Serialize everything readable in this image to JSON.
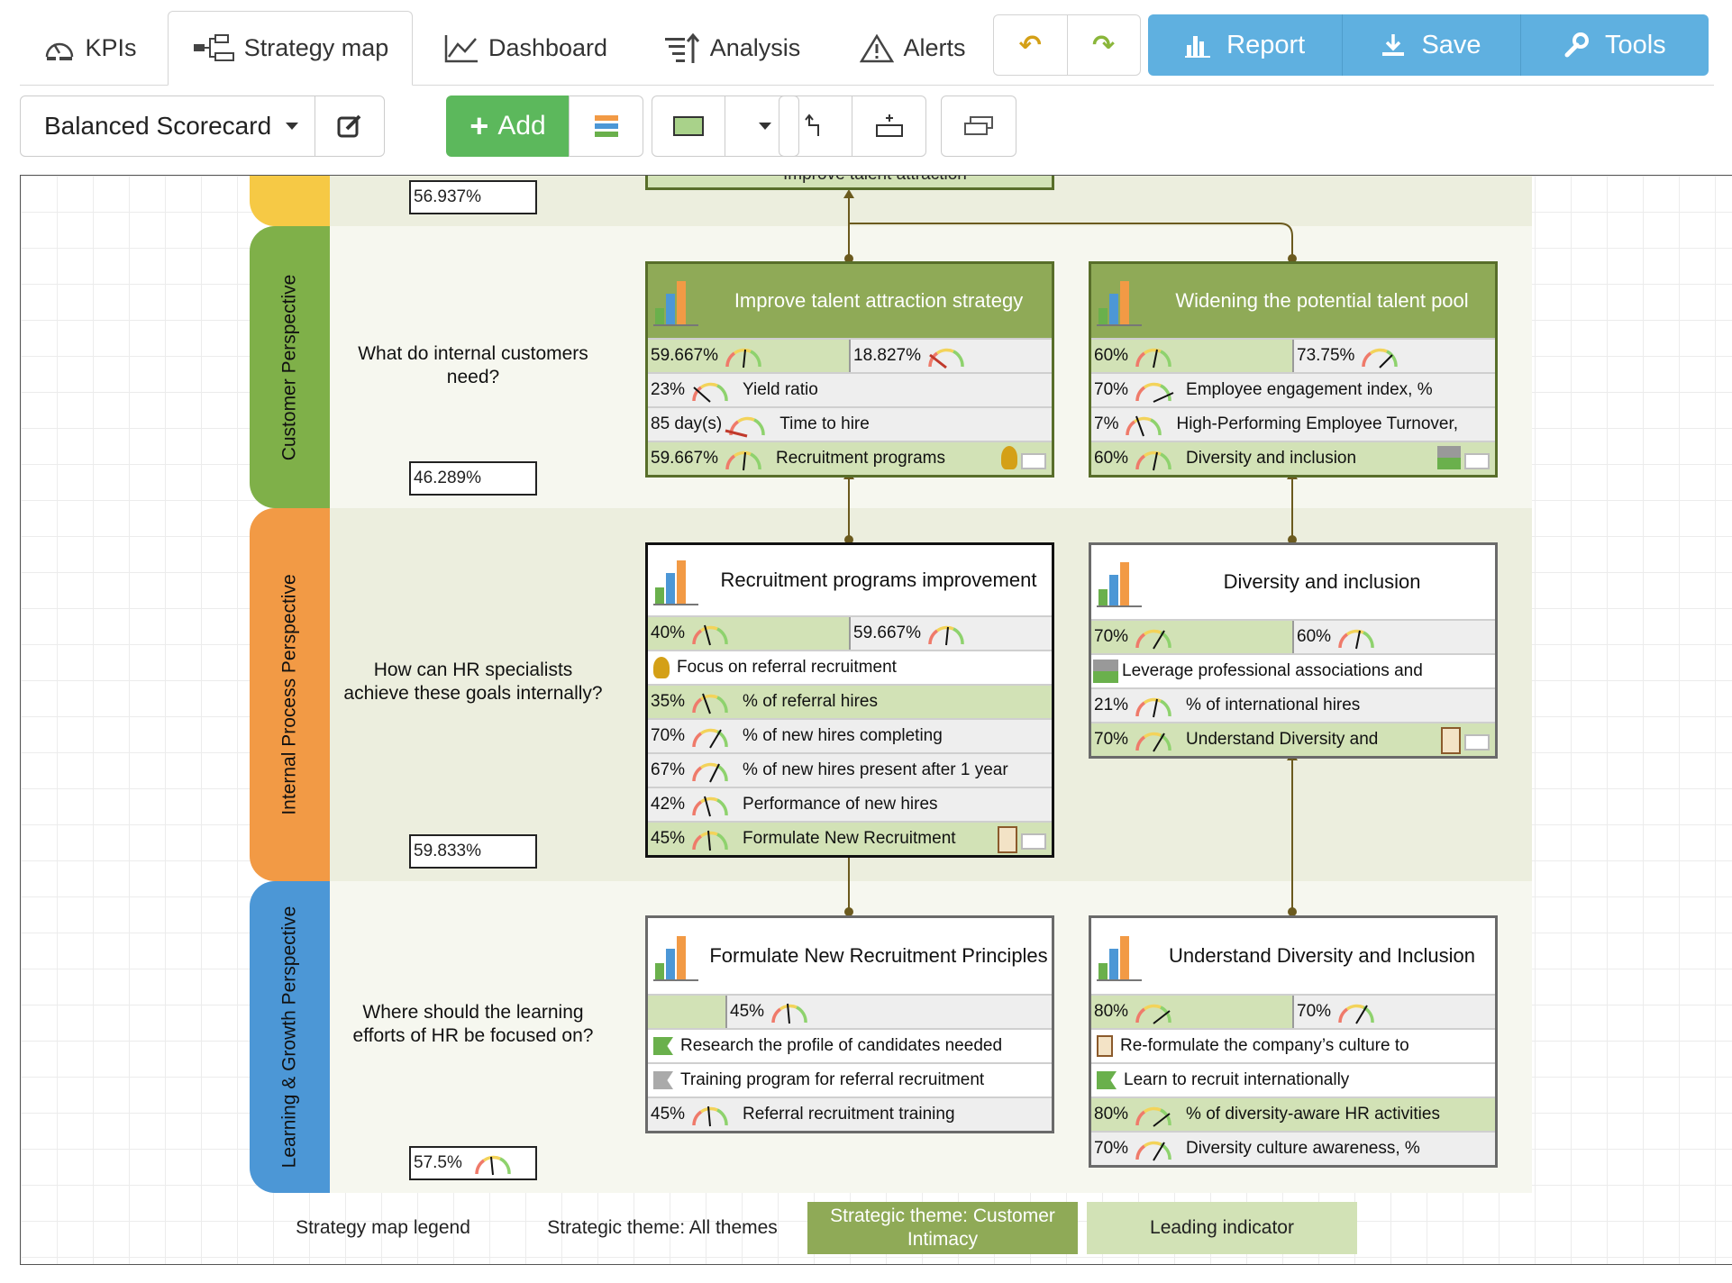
{
  "tabs": [
    {
      "label": "KPIs",
      "icon": "gauge-icon",
      "active": false
    },
    {
      "label": "Strategy map",
      "icon": "hierarchy-icon",
      "active": true
    },
    {
      "label": "Dashboard",
      "icon": "line-chart-icon",
      "active": false
    },
    {
      "label": "Analysis",
      "icon": "sort-icon",
      "active": false
    },
    {
      "label": "Alerts",
      "icon": "warning-icon",
      "active": false
    }
  ],
  "actions": {
    "report": "Report",
    "save": "Save",
    "tools": "Tools"
  },
  "toolbar": {
    "scorecard": "Balanced Scorecard",
    "add": "Add"
  },
  "colors": {
    "accent": "#5fb0e0",
    "add": "#5cb85c",
    "customer": "#7fb049",
    "internal": "#f29a45",
    "learning": "#4c97d6",
    "financial": "#f6c945",
    "theme_green": "#8faa57",
    "leading": "#d2e2b6"
  },
  "map": {
    "financial": {
      "score": "56.937%",
      "partial_card": "Improve talent attraction"
    },
    "customer": {
      "title": "Customer Perspective",
      "question": "What do internal customers need?",
      "score": "46.289%",
      "cards": [
        {
          "title": "Improve talent attraction strategy",
          "v1": "59.667%",
          "v2": "18.827%",
          "rows": [
            {
              "value": "23%",
              "label": "Yield ratio"
            },
            {
              "value": "85 day(s)",
              "label": "Time to hire"
            },
            {
              "value": "59.667%",
              "label": "Recruitment programs"
            }
          ]
        },
        {
          "title": "Widening the potential talent pool",
          "v1": "60%",
          "v2": "73.75%",
          "rows": [
            {
              "value": "70%",
              "label": "Employee engagement index, %"
            },
            {
              "value": "7%",
              "label": "High-Performing Employee Turnover,"
            },
            {
              "value": "60%",
              "label": "Diversity and inclusion"
            }
          ]
        }
      ]
    },
    "internal": {
      "title": "Internal Process Perspective",
      "question": "How can HR specialists achieve these goals internally?",
      "score": "59.833%",
      "cards": [
        {
          "title": "Recruitment programs improvement",
          "v1": "40%",
          "v2": "59.667%",
          "rows": [
            {
              "value": "",
              "label": "Focus on referral recruitment"
            },
            {
              "value": "35%",
              "label": "% of referral hires"
            },
            {
              "value": "70%",
              "label": "% of new hires completing"
            },
            {
              "value": "67%",
              "label": "% of new hires present after 1 year"
            },
            {
              "value": "42%",
              "label": "Performance of new hires"
            },
            {
              "value": "45%",
              "label": "Formulate New Recruitment"
            }
          ]
        },
        {
          "title": "Diversity and inclusion",
          "v1": "70%",
          "v2": "60%",
          "rows": [
            {
              "value": "",
              "label": "Leverage professional associations and"
            },
            {
              "value": "21%",
              "label": "% of international hires"
            },
            {
              "value": "70%",
              "label": "Understand Diversity and"
            }
          ]
        }
      ]
    },
    "learning": {
      "title": "Learning & Growth Perspective",
      "question": "Where should the learning efforts of HR be focused on?",
      "score": "57.5%",
      "cards": [
        {
          "title": "Formulate New Recruitment Principles",
          "v2": "45%",
          "rows": [
            {
              "value": "",
              "label": "Research the profile of candidates needed"
            },
            {
              "value": "",
              "label": "Training program for referral recruitment"
            },
            {
              "value": "45%",
              "label": "Referral recruitment training"
            }
          ]
        },
        {
          "title": "Understand Diversity and Inclusion",
          "v1": "80%",
          "v2": "70%",
          "rows": [
            {
              "value": "",
              "label": "Re-formulate the company’s culture to"
            },
            {
              "value": "",
              "label": "Learn to recruit internationally"
            },
            {
              "value": "80%",
              "label": "% of diversity-aware HR activities"
            },
            {
              "value": "70%",
              "label": "Diversity culture awareness, %"
            }
          ]
        }
      ]
    }
  },
  "legend": {
    "title": "Strategy map legend",
    "all": "Strategic theme: All themes",
    "customer": "Strategic theme: Customer Intimacy",
    "leading": "Leading indicator"
  }
}
